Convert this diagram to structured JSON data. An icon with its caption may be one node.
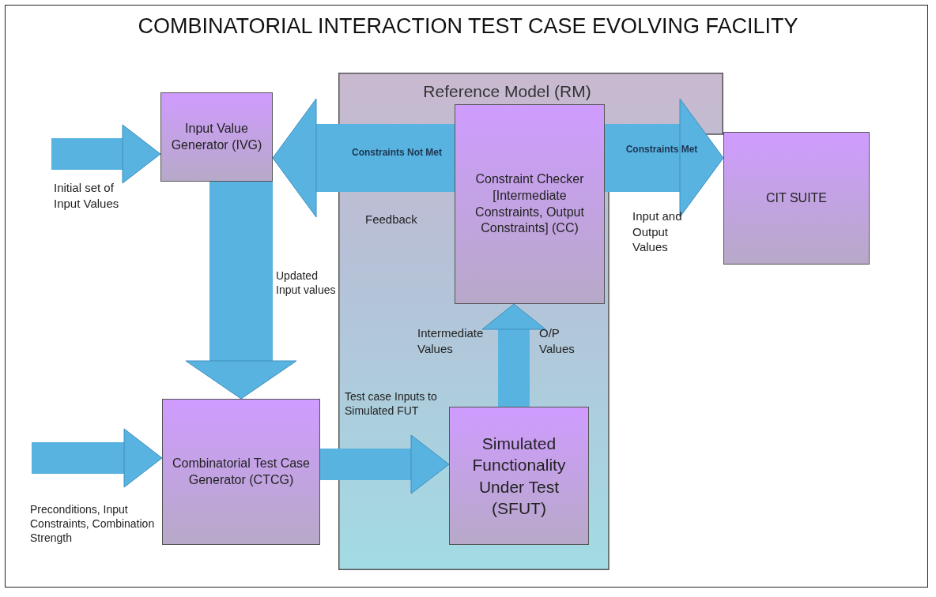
{
  "diagram": {
    "title": "COMBINATORIAL INTERACTION TEST CASE EVOLVING FACILITY",
    "nodes": [
      {
        "text": [
          "Reference Model (RM)"
        ]
      },
      {
        "text": [
          "Input Value Generator (IVG)"
        ]
      },
      {
        "text": [
          "Constraint Checker [Intermediate Constraints, Output Constraints] (CC)"
        ],
        "in": 0
      },
      {
        "text": [
          "CIT SUITE"
        ]
      },
      {
        "text": [
          "Combinatorial Test Case Generator (CTCG)"
        ]
      },
      {
        "text": [
          "Simulated Functionality Under Test (SFUT)"
        ],
        "in": 0
      }
    ],
    "edges": [
      {
        "from": null,
        "to": 1,
        "arrow": "to",
        "label": "Initial set of Input Values"
      },
      {
        "from": 1,
        "to": 4,
        "arrow": "to",
        "label": "Updated Input values"
      },
      {
        "from": null,
        "to": 4,
        "arrow": "to",
        "label": "Preconditions, Input Constraints, Combination Strength"
      },
      {
        "from": 4,
        "to": 5,
        "arrow": "to",
        "label": "Test case Inputs to Simulated FUT"
      },
      {
        "from": 5,
        "to": 2,
        "arrow": "to",
        "label": "O/P Values"
      },
      {
        "from": 2,
        "to": 1,
        "arrow": "to",
        "label": "Constraints Not Met"
      },
      {
        "from": 2,
        "to": 3,
        "arrow": "to",
        "label": "Constraints Met"
      }
    ],
    "labels": [
      "Feedback",
      "Intermediate Values",
      "Input and Output Values"
    ]
  }
}
